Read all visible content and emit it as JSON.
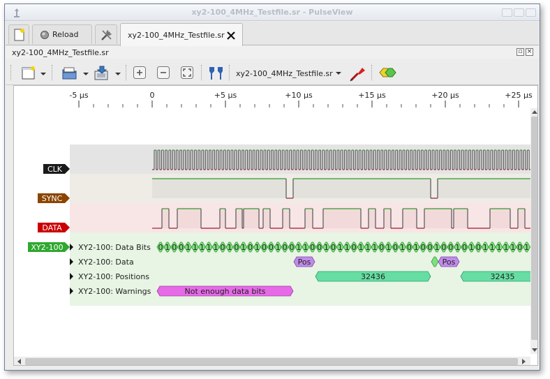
{
  "window": {
    "title": "xy2-100_4MHz_Testfile.sr - PulseView"
  },
  "tabs": {
    "reload_label": "Reload",
    "file_tab_label": "xy2-100_4MHz_Testfile.sr"
  },
  "document": {
    "title": "xy2-100_4MHz_Testfile.sr"
  },
  "toolbar": {
    "device_label": "xy2-100_4MHz_Testfile.sr"
  },
  "ruler": {
    "ticks": [
      "-5 µs",
      "0",
      "+5 µs",
      "+10 µs",
      "+15 µs",
      "+20 µs",
      "+25 µs"
    ]
  },
  "channels": [
    {
      "name": "CLK",
      "color": "#1a1a1a",
      "text_color": "#ffffff"
    },
    {
      "name": "SYNC",
      "color": "#8b4500",
      "text_color": "#ffffff"
    },
    {
      "name": "DATA",
      "color": "#cc0000",
      "text_color": "#ffffff"
    }
  ],
  "decoder": {
    "name": "XY2-100",
    "color": "#2ea82e",
    "rows": [
      "XY2-100: Data Bits",
      "XY2-100: Data",
      "XY2-100: Positions",
      "XY2-100: Warnings"
    ],
    "data_bits": "0100111110101010010011001011011101010100100101011111010",
    "data_annotations": [
      "Pos",
      "Pos"
    ],
    "positions": [
      "32436",
      "32435"
    ],
    "warnings": [
      "Not enough data bits"
    ]
  },
  "colors": {
    "trace_high": "#2d9b2d",
    "trace_low": "#9b1b30",
    "bit_fill": "#7ee07e",
    "pos_fill": "#c18be9",
    "position_fill": "#66dea3",
    "warning_fill": "#e66ae8"
  }
}
